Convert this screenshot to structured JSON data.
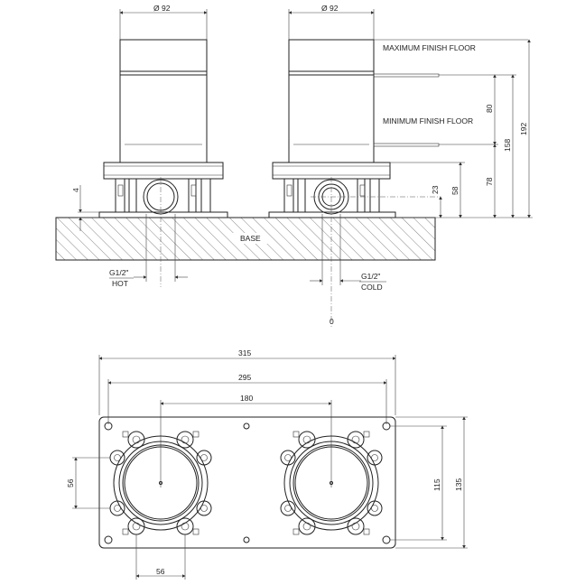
{
  "top_view": {
    "diameter_left": "Ø 92",
    "diameter_right": "Ø 92",
    "max_finish_floor": "MAXIMUM FINISH FLOOR",
    "min_finish_floor": "MINIMUM FINISH FLOOR",
    "base": "BASE",
    "hot_size": "G1/2\"",
    "hot_label": "HOT",
    "cold_size": "G1/2\"",
    "cold_label": "COLD",
    "zero": "0",
    "dim_4": "4",
    "dim_23": "23",
    "dim_58": "58",
    "dim_78": "78",
    "dim_80": "80",
    "dim_158": "158",
    "dim_192": "192"
  },
  "plan_view": {
    "dim_315": "315",
    "dim_295": "295",
    "dim_180": "180",
    "dim_56_vertical": "56",
    "dim_56_horizontal": "56",
    "dim_115": "115",
    "dim_135": "135"
  }
}
